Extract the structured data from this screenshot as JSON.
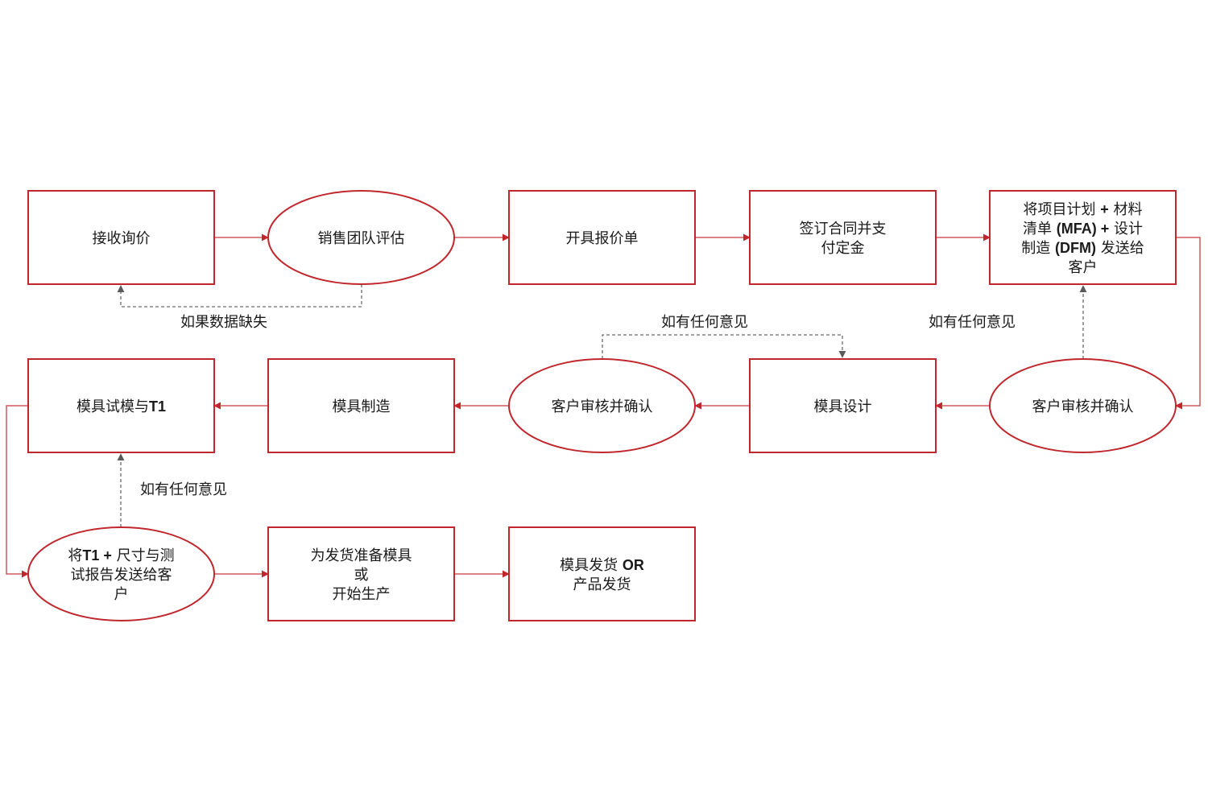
{
  "diagram": {
    "colors": {
      "node_border": "#c0272d",
      "flow_line": "#d05a5e",
      "flow_arrow": "#c0272d",
      "feedback_line": "#6b6b6b",
      "text": "#1a1a1a"
    },
    "nodes": [
      {
        "id": "receive-inquiry",
        "shape": "rect",
        "lines": [
          [
            {
              "t": "接收询价"
            }
          ]
        ]
      },
      {
        "id": "sales-evaluation",
        "shape": "ellipse",
        "lines": [
          [
            {
              "t": "销售团队评估"
            }
          ]
        ]
      },
      {
        "id": "issue-quotation",
        "shape": "rect",
        "lines": [
          [
            {
              "t": "开具报价单"
            }
          ]
        ]
      },
      {
        "id": "sign-contract",
        "shape": "rect",
        "lines": [
          [
            {
              "t": "签订合同并支"
            }
          ],
          [
            {
              "t": "付定金"
            }
          ]
        ]
      },
      {
        "id": "send-plan",
        "shape": "rect",
        "lines": [
          [
            {
              "t": "将项目计划 "
            },
            {
              "t": "+",
              "b": true
            },
            {
              "t": " 材料"
            }
          ],
          [
            {
              "t": "清单 "
            },
            {
              "t": "(MFA) +",
              "b": true
            },
            {
              "t": " 设计"
            }
          ],
          [
            {
              "t": "制造 "
            },
            {
              "t": "(DFM)",
              "b": true
            },
            {
              "t": " 发送给"
            }
          ],
          [
            {
              "t": "客户"
            }
          ]
        ]
      },
      {
        "id": "customer-review-1",
        "shape": "ellipse",
        "lines": [
          [
            {
              "t": "客户审核并确认"
            }
          ]
        ]
      },
      {
        "id": "mold-design",
        "shape": "rect",
        "lines": [
          [
            {
              "t": "模具设计"
            }
          ]
        ]
      },
      {
        "id": "customer-review-2",
        "shape": "ellipse",
        "lines": [
          [
            {
              "t": "客户审核并确认"
            }
          ]
        ]
      },
      {
        "id": "mold-manufacturing",
        "shape": "rect",
        "lines": [
          [
            {
              "t": "模具制造"
            }
          ]
        ]
      },
      {
        "id": "mold-trial",
        "shape": "rect",
        "lines": [
          [
            {
              "t": "模具试模与"
            },
            {
              "t": "T1",
              "b": true
            }
          ]
        ]
      },
      {
        "id": "send-t1-report",
        "shape": "ellipse",
        "lines": [
          [
            {
              "t": "将"
            },
            {
              "t": "T1 +",
              "b": true
            },
            {
              "t": " 尺寸与测"
            }
          ],
          [
            {
              "t": "试报告发送给客"
            }
          ],
          [
            {
              "t": "户"
            }
          ]
        ]
      },
      {
        "id": "prepare-shipment",
        "shape": "rect",
        "lines": [
          [
            {
              "t": "为发货准备模具"
            }
          ],
          [
            {
              "t": "或"
            }
          ],
          [
            {
              "t": "开始生产"
            }
          ]
        ]
      },
      {
        "id": "ship",
        "shape": "rect",
        "lines": [
          [
            {
              "t": "模具发货 "
            },
            {
              "t": "OR",
              "b": true
            }
          ],
          [
            {
              "t": "产品发货"
            }
          ]
        ]
      }
    ],
    "flow_edges": [
      {
        "from": "receive-inquiry",
        "to": "sales-evaluation"
      },
      {
        "from": "sales-evaluation",
        "to": "issue-quotation"
      },
      {
        "from": "issue-quotation",
        "to": "sign-contract"
      },
      {
        "from": "sign-contract",
        "to": "send-plan"
      },
      {
        "from": "send-plan",
        "to": "customer-review-1"
      },
      {
        "from": "customer-review-1",
        "to": "mold-design"
      },
      {
        "from": "mold-design",
        "to": "customer-review-2"
      },
      {
        "from": "customer-review-2",
        "to": "mold-manufacturing"
      },
      {
        "from": "mold-manufacturing",
        "to": "mold-trial"
      },
      {
        "from": "mold-trial",
        "to": "send-t1-report"
      },
      {
        "from": "send-t1-report",
        "to": "prepare-shipment"
      },
      {
        "from": "prepare-shipment",
        "to": "ship"
      }
    ],
    "feedback_edges": [
      {
        "from": "sales-evaluation",
        "to": "receive-inquiry",
        "label": "如果数据缺失"
      },
      {
        "from": "customer-review-2",
        "to": "mold-design",
        "label": "如有任何意见"
      },
      {
        "from": "customer-review-1",
        "to": "send-plan",
        "label": "如有任何意见"
      },
      {
        "from": "send-t1-report",
        "to": "mold-trial",
        "label": "如有任何意见"
      }
    ]
  }
}
